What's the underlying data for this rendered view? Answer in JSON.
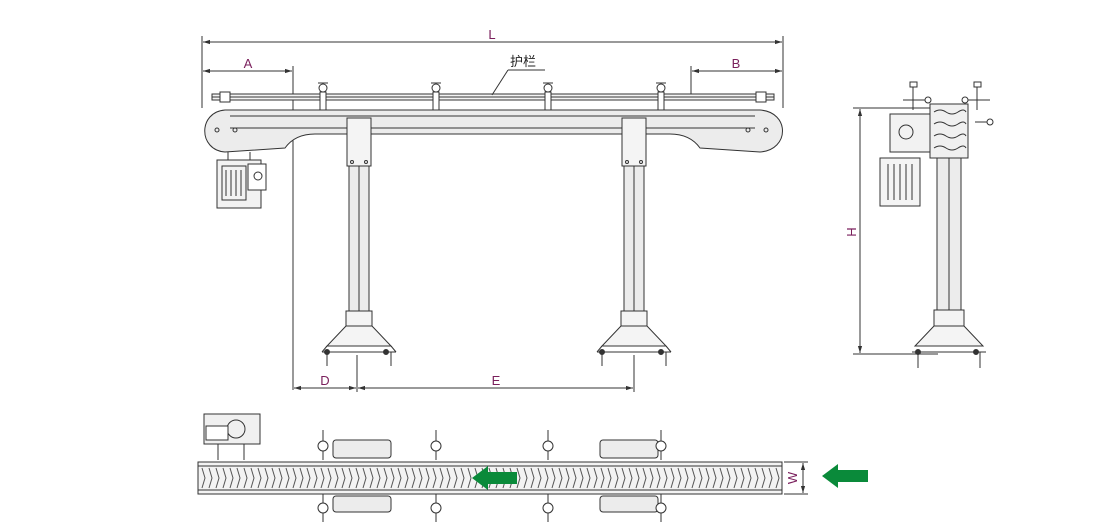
{
  "labels": {
    "L": "L",
    "A": "A",
    "B": "B",
    "D": "D",
    "E": "E",
    "H": "H",
    "W": "W",
    "guardrail": "护栏"
  },
  "colors": {
    "line": "#333333",
    "frame_fill": "#ececec",
    "dimension_label": "#7a1f5c",
    "flow_arrow": "#0a8a3a"
  },
  "icons": {
    "flow_arrow": "arrow-left-icon",
    "motor": "gear-motor-icon"
  }
}
